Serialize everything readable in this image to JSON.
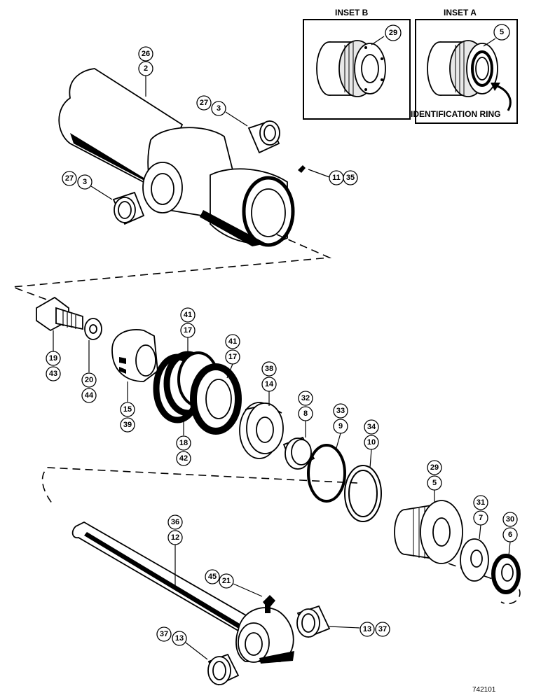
{
  "insets": {
    "b": {
      "title": "INSET B",
      "callout": "29"
    },
    "a": {
      "title": "INSET A",
      "callout": "5",
      "label": "IDENTIFICATION RING"
    }
  },
  "callouts": {
    "barrel": [
      "26",
      "2"
    ],
    "bushing_upper_right": [
      "27",
      "3"
    ],
    "bushing_upper_left": [
      "27",
      "3"
    ],
    "fitting_barrel": [
      "11",
      "35"
    ],
    "bolt": [
      "19",
      "43"
    ],
    "washer": [
      "20",
      "44"
    ],
    "piston": [
      "15",
      "39"
    ],
    "seal_upper": [
      "41",
      "17"
    ],
    "seal_right": [
      "41",
      "17"
    ],
    "wear_ring": [
      "18",
      "42"
    ],
    "spacer": [
      "38",
      "14"
    ],
    "bushing_small": [
      "32",
      "8"
    ],
    "o_ring": [
      "33",
      "9"
    ],
    "backup_ring": [
      "34",
      "10"
    ],
    "gland": [
      "29",
      "5"
    ],
    "gland_ring": [
      "31",
      "7"
    ],
    "wiper": [
      "30",
      "6"
    ],
    "rod": [
      "36",
      "12"
    ],
    "fitting_rod": [
      "45",
      "21"
    ],
    "rod_bushing_right": [
      "13",
      "37"
    ],
    "rod_bushing_left": [
      "37",
      "13"
    ]
  },
  "drawing_number": "742101"
}
